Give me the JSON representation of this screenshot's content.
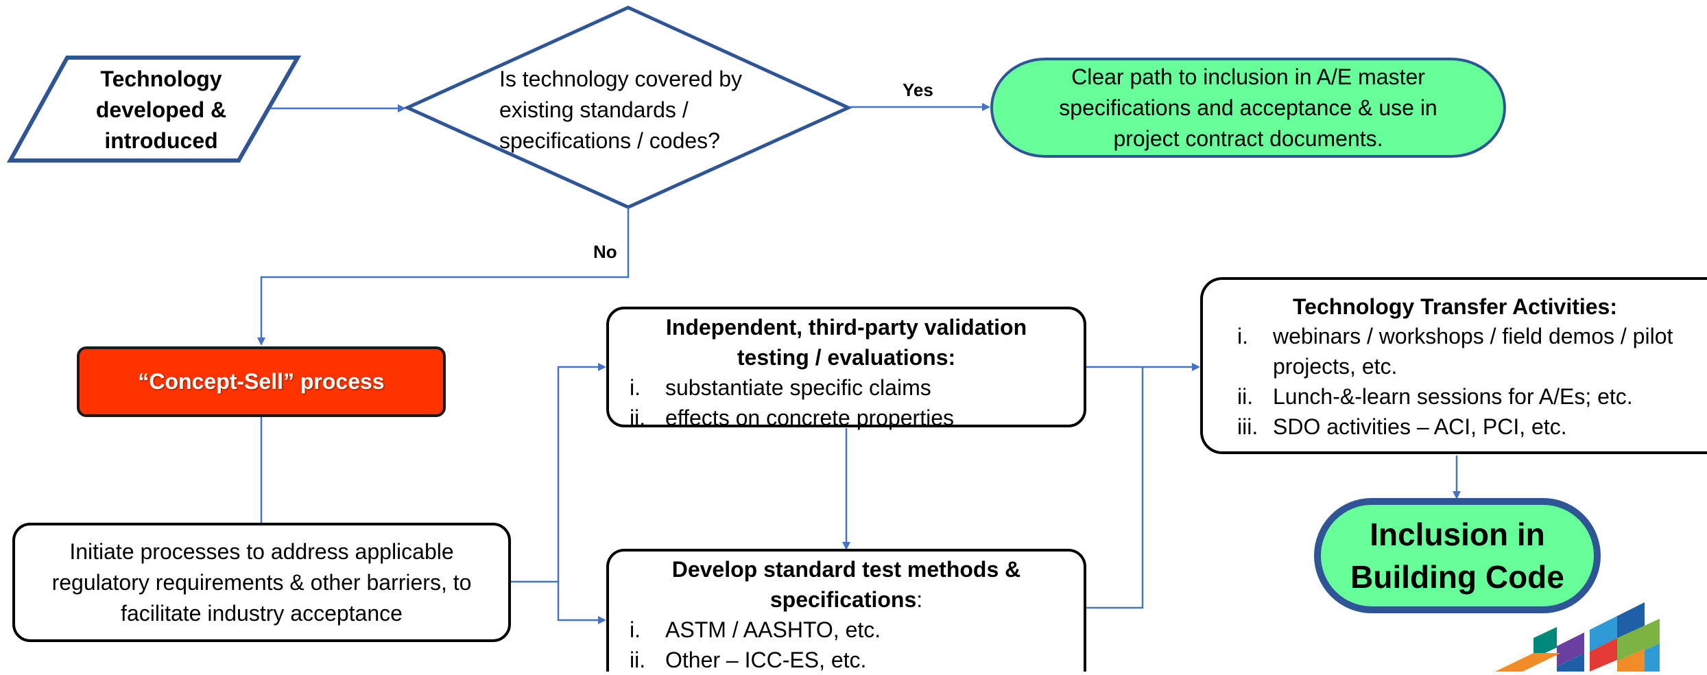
{
  "nodes": {
    "start": {
      "label": "Technology developed & introduced"
    },
    "decision": {
      "label": "Is technology covered by existing standards / specifications / codes?"
    },
    "clear_path": {
      "label": "Clear path to inclusion in A/E master specifications and acceptance & use in project contract documents."
    },
    "concept_sell": {
      "label": "“Concept-Sell” process"
    },
    "initiate": {
      "label": "Initiate processes to address applicable regulatory requirements & other barriers, to facilitate industry acceptance"
    },
    "validation": {
      "title": "Independent, third-party validation testing / evaluations:",
      "items": [
        {
          "num": "i.",
          "text": "substantiate specific claims"
        },
        {
          "num": "ii.",
          "text": "effects on concrete properties"
        }
      ]
    },
    "standards": {
      "title_bold": "Develop standard test methods & specifications",
      "title_suffix": ":",
      "items": [
        {
          "num": "i.",
          "text": "ASTM / AASHTO, etc."
        },
        {
          "num": "ii.",
          "text": "Other – ICC-ES, etc."
        }
      ]
    },
    "transfer": {
      "title": "Technology Transfer Activities:",
      "items": [
        {
          "num": "i.",
          "text": "webinars / workshops / field demos / pilot projects, etc."
        },
        {
          "num": "ii.",
          "text": "Lunch-&-learn sessions for A/Es; etc."
        },
        {
          "num": "iii.",
          "text": "SDO activities – ACI, PCI, etc."
        }
      ]
    },
    "inclusion": {
      "label": "Inclusion in Building Code"
    }
  },
  "edges": {
    "yes_label": "Yes",
    "no_label": "No"
  },
  "colors": {
    "flow_line": "#4472C4",
    "shape_border": "#2F5597",
    "clear_path_fill": "#66FF99",
    "concept_sell_fill": "#FF3300",
    "inclusion_fill": "#66FF99",
    "logo_colors": [
      "#1F5FA8",
      "#2E9BD6",
      "#F28C28",
      "#E53935",
      "#7CB342",
      "#6A3FA0",
      "#00897B"
    ]
  }
}
